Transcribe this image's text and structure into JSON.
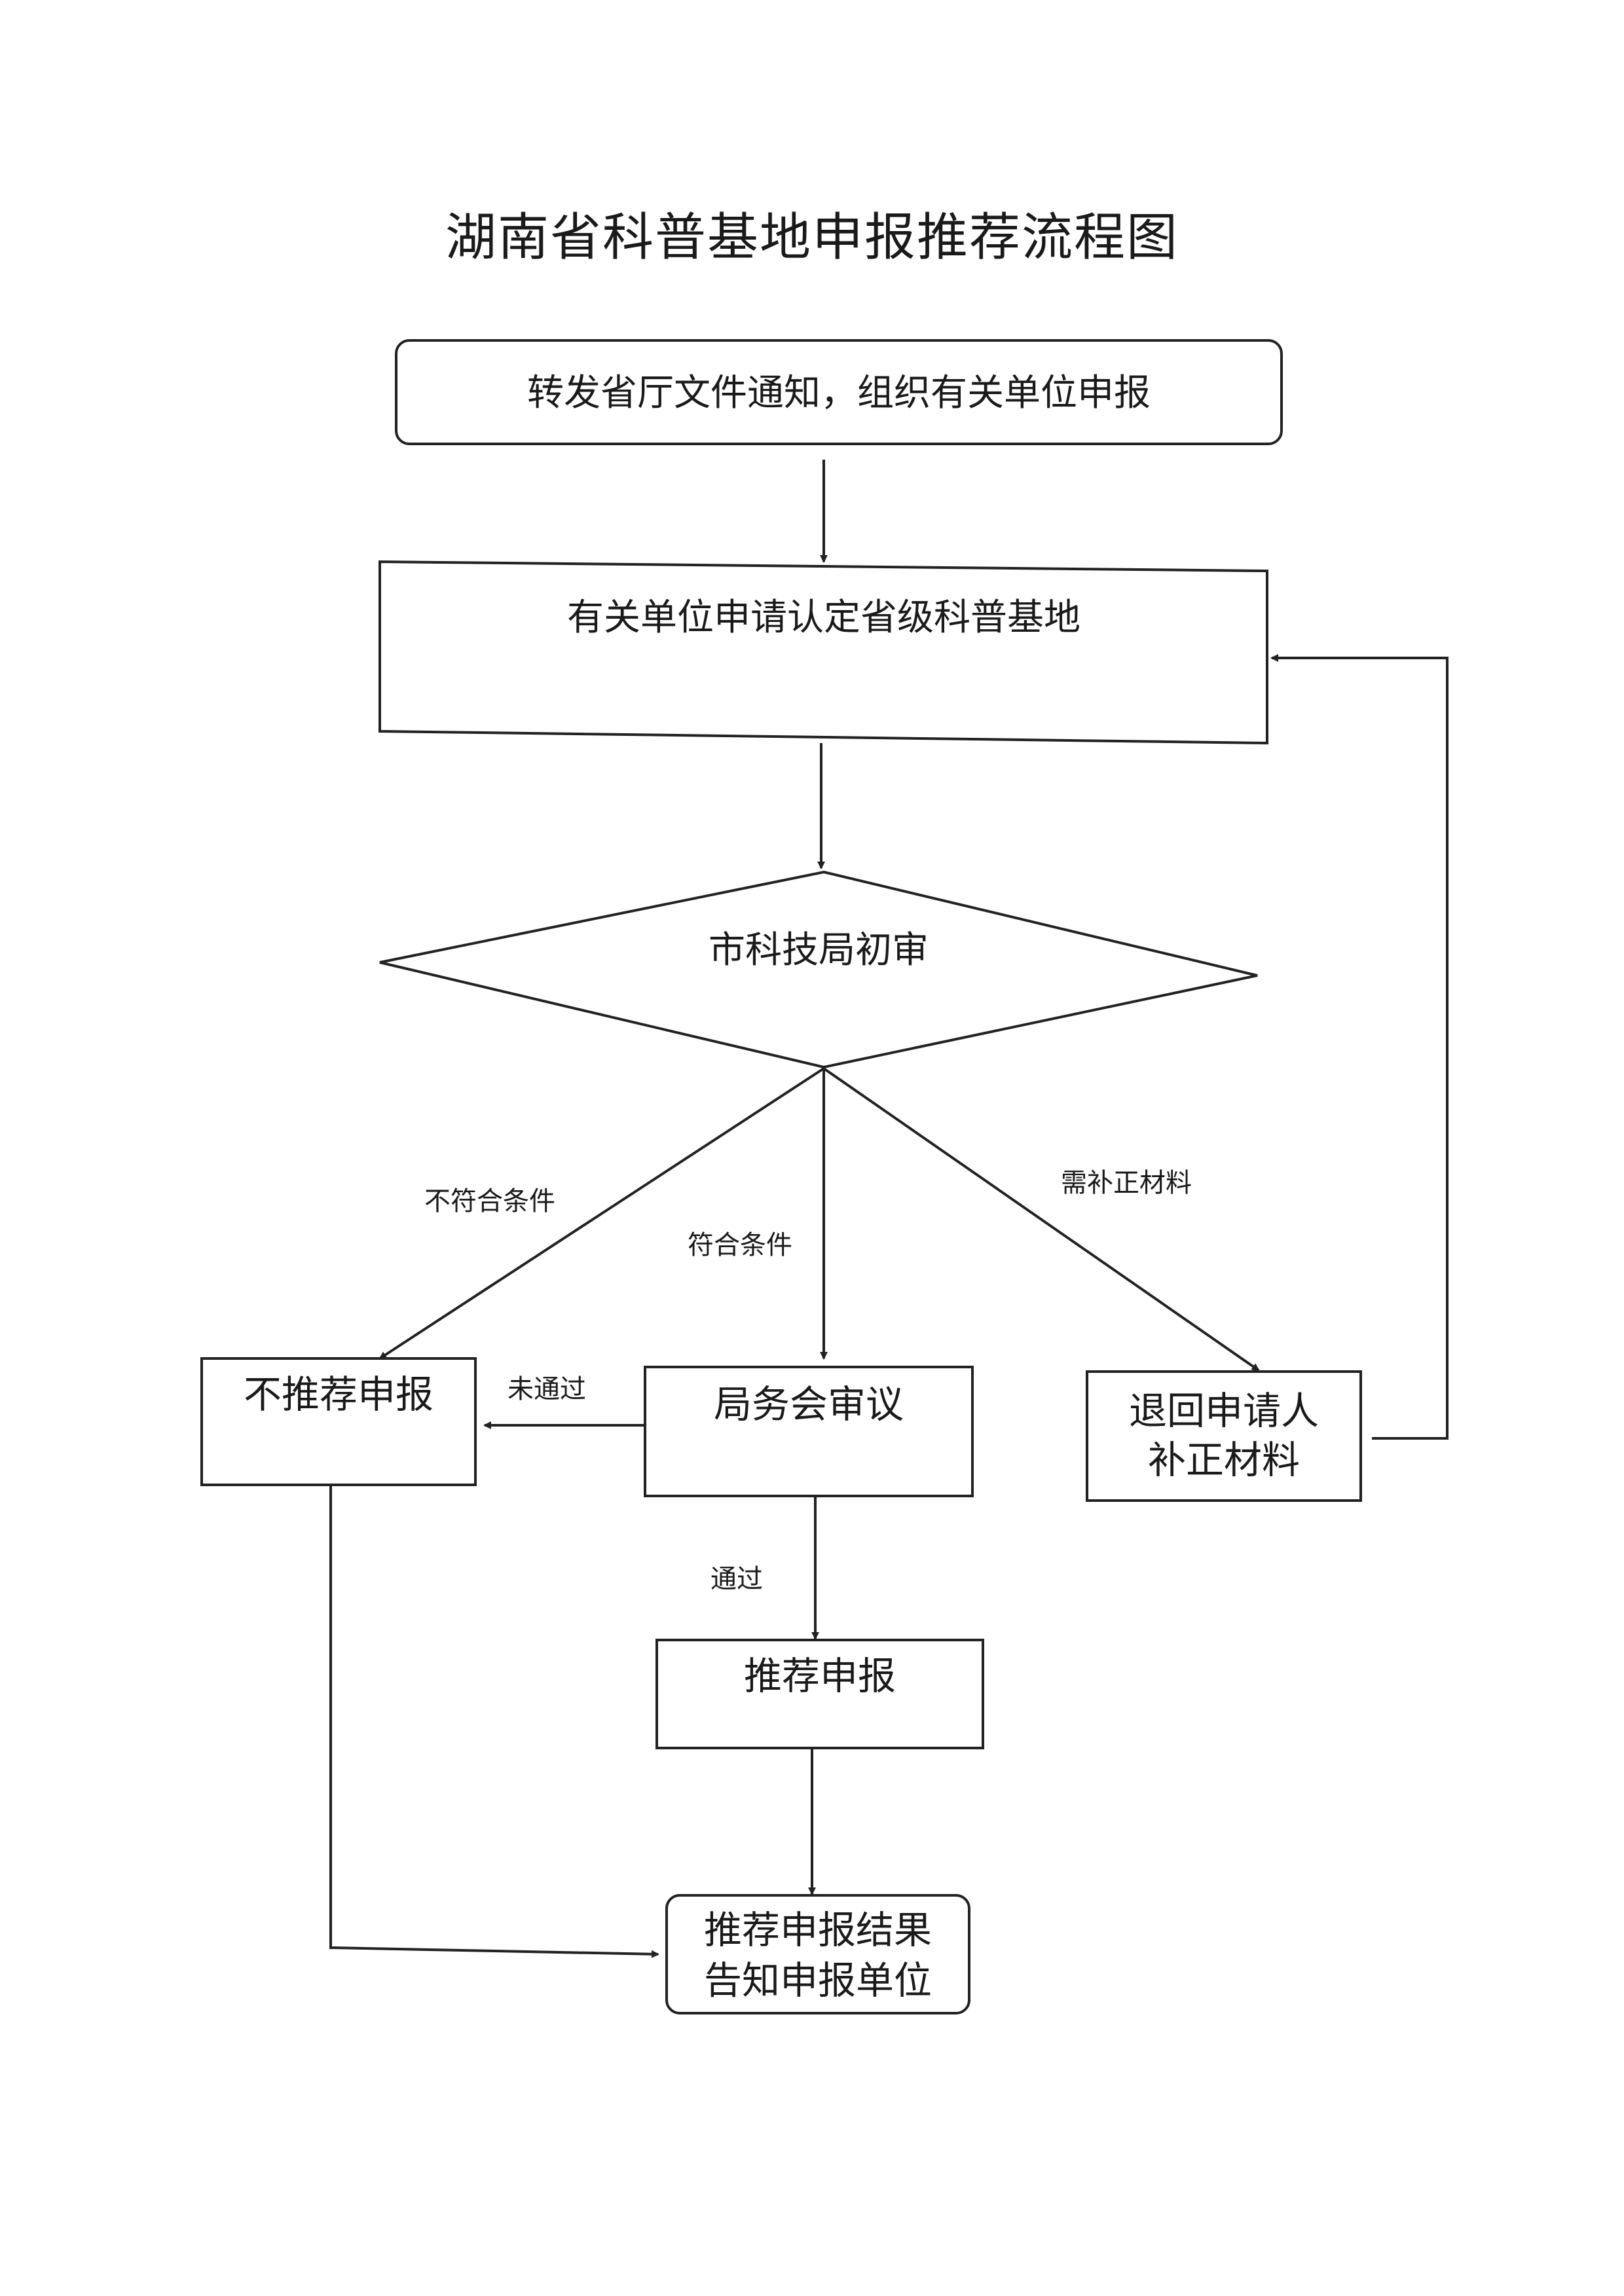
{
  "title": "湖南省科普基地申报推荐流程图",
  "nodes": {
    "forward_notice": "转发省厅文件通知，组织有关单位申报",
    "apply": "有关单位申请认定省级科普基地",
    "initial_review": "市科技局初审",
    "not_recommend": "不推荐申报",
    "bureau_meeting": "局务会审议",
    "return_line1": "退回申请人",
    "return_line2": "补正材料",
    "recommend": "推荐申报",
    "result_line1": "推荐申报结果",
    "result_line2": "告知申报单位"
  },
  "edge_labels": {
    "not_qualified": "不符合条件",
    "qualified": "符合条件",
    "needs_correction": "需补正材料",
    "not_passed": "未通过",
    "passed": "通过"
  }
}
